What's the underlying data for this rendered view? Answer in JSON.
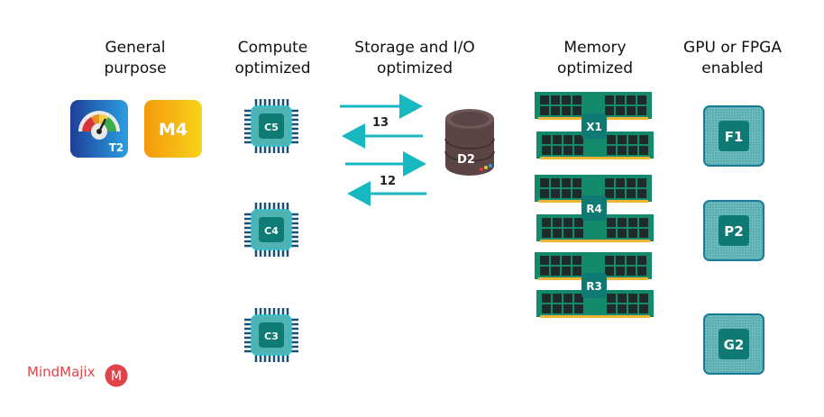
{
  "categories": [
    {
      "id": "general",
      "heading_line1": "General",
      "heading_line2": "purpose",
      "instances": [
        {
          "label": "T2",
          "style": "gauge-tile"
        },
        {
          "label": "M4",
          "style": "orange-tile"
        }
      ]
    },
    {
      "id": "compute",
      "heading_line1": "Compute",
      "heading_line2": "optimized",
      "instances": [
        {
          "label": "C5"
        },
        {
          "label": "C4"
        },
        {
          "label": "C3"
        }
      ]
    },
    {
      "id": "storage",
      "heading_line1": "Storage and I/O",
      "heading_line2": "optimized",
      "instances": [
        {
          "label": "D2"
        }
      ],
      "arrow_groups": [
        {
          "label": "13"
        },
        {
          "label": "12"
        }
      ]
    },
    {
      "id": "memory",
      "heading_line1": "Memory",
      "heading_line2": "optimized",
      "instances": [
        {
          "label": "X1"
        },
        {
          "label": "R4"
        },
        {
          "label": "R3"
        }
      ]
    },
    {
      "id": "accelerated",
      "heading_line1": "GPU or FPGA",
      "heading_line2": "enabled",
      "instances": [
        {
          "label": "F1"
        },
        {
          "label": "P2"
        },
        {
          "label": "G2"
        }
      ]
    }
  ],
  "colors": {
    "teal": "#17b8c0",
    "chip": "#0f7a74",
    "orange": "#f5a10a",
    "blue": "#1a5fb4",
    "ram": "#148a6c",
    "gold": "#f2b233",
    "disk": "#5a4444",
    "brand": "#e0444a"
  },
  "brand": {
    "name": "MindMajix",
    "logo_letter": "M"
  }
}
